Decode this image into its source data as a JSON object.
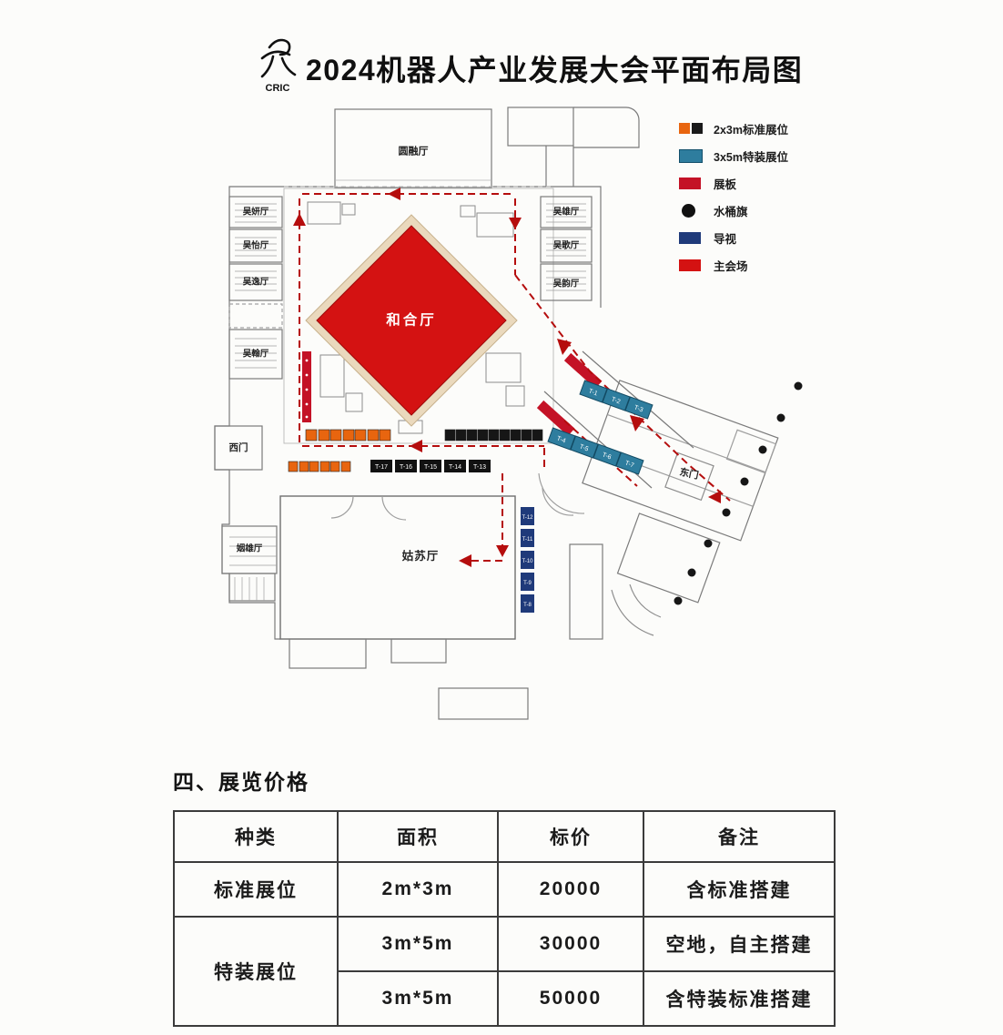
{
  "title": "2024机器人产业发展大会平面布局图",
  "logo": {
    "text": "CRIC"
  },
  "legend": [
    {
      "label": "2x3m标准展位"
    },
    {
      "label": "3x5m特装展位"
    },
    {
      "label": "展板"
    },
    {
      "label": "水桶旗"
    },
    {
      "label": "导视"
    },
    {
      "label": "主会场"
    }
  ],
  "colors": {
    "standard_orange": "#e8650f",
    "special_blue": "#2e7d9e",
    "board_red": "#c41226",
    "signage_navy": "#1f3a7a",
    "main_hall_red": "#d41212",
    "path_red": "#b50d0d"
  },
  "floorplan": {
    "rooms": {
      "yuanrong": "圆融厅",
      "wuyan": "吴妍厅",
      "wuyi": "吴怡厅",
      "wuyi2": "吴逸厅",
      "wuhan": "吴翰厅",
      "ximen": "西门",
      "yinxiong": "姻雄厅",
      "wuxiong": "吴雄厅",
      "wuge": "吴歌厅",
      "wuyun": "吴韵厅",
      "hehe": "和合厅",
      "gusu": "姑苏厅",
      "dongmen": "东门"
    },
    "booths": {
      "black_row": [
        "T-17",
        "T-16",
        "T-15",
        "T-14",
        "T-13"
      ],
      "navy_col": [
        "T-12",
        "T-11",
        "T-10",
        "T-9",
        "T-8"
      ],
      "blue_upper": [
        "T-1",
        "T-2",
        "T-3"
      ],
      "blue_lower": [
        "T-4",
        "T-5",
        "T-6",
        "T-7"
      ]
    }
  },
  "pricing": {
    "heading": "四、展览价格",
    "headers": [
      "种类",
      "面积",
      "标价",
      "备注"
    ],
    "rows": [
      {
        "type": "标准展位",
        "area": "2m*3m",
        "price": "20000",
        "note": "含标准搭建"
      },
      {
        "type": "特装展位",
        "area": "3m*5m",
        "price": "30000",
        "note": "空地，自主搭建"
      },
      {
        "area": "3m*5m",
        "price": "50000",
        "note": "含特装标准搭建"
      }
    ]
  }
}
